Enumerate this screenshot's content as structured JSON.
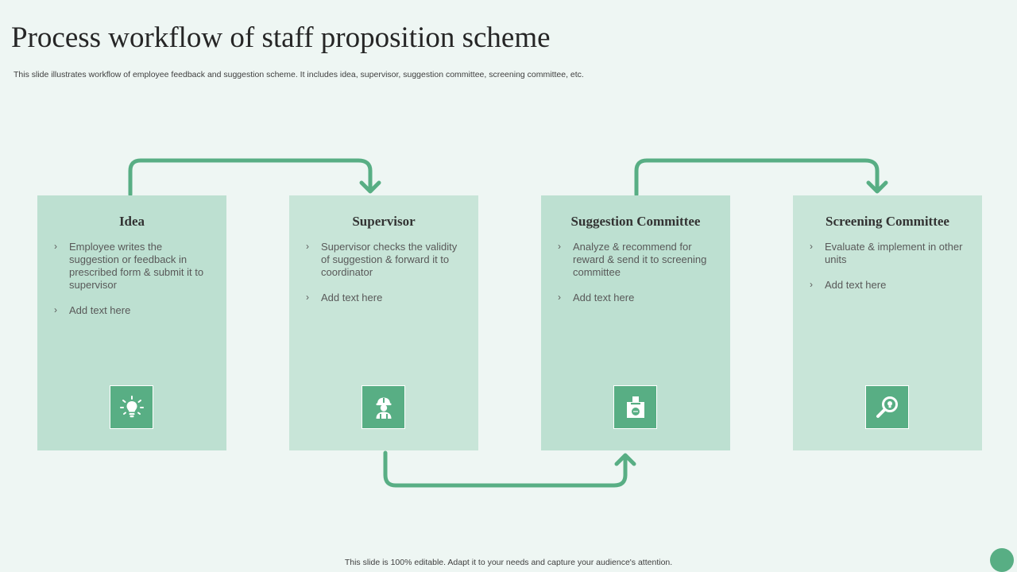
{
  "title": "Process workflow of staff proposition scheme",
  "subtitle": "This slide illustrates workflow of employee feedback and suggestion scheme. It includes idea, supervisor, suggestion committee, screening committee, etc.",
  "footer": "This slide is 100% editable.  Adapt it to your needs and capture your audience's attention.",
  "colors": {
    "accent": "#58ae84",
    "card_dark": "#bde0d1",
    "card_light": "#c8e5d8",
    "background": "#eef6f3"
  },
  "cards": [
    {
      "title": "Idea",
      "bullets": [
        "Employee writes the suggestion or feedback in prescribed form & submit it to supervisor",
        "Add text here"
      ],
      "icon": "lightbulb-icon"
    },
    {
      "title": "Supervisor",
      "bullets": [
        "Supervisor  checks the validity of suggestion & forward  it to coordinator",
        "Add text here"
      ],
      "icon": "worker-helmet-icon"
    },
    {
      "title": "Suggestion Committee",
      "bullets": [
        "Analyze & recommend  for reward  & send it to screening committee",
        "Add text here"
      ],
      "icon": "suggestion-box-icon"
    },
    {
      "title": "Screening Committee",
      "bullets": [
        "Evaluate  & implement  in other units",
        "Add text here"
      ],
      "icon": "magnifier-idea-icon"
    }
  ]
}
